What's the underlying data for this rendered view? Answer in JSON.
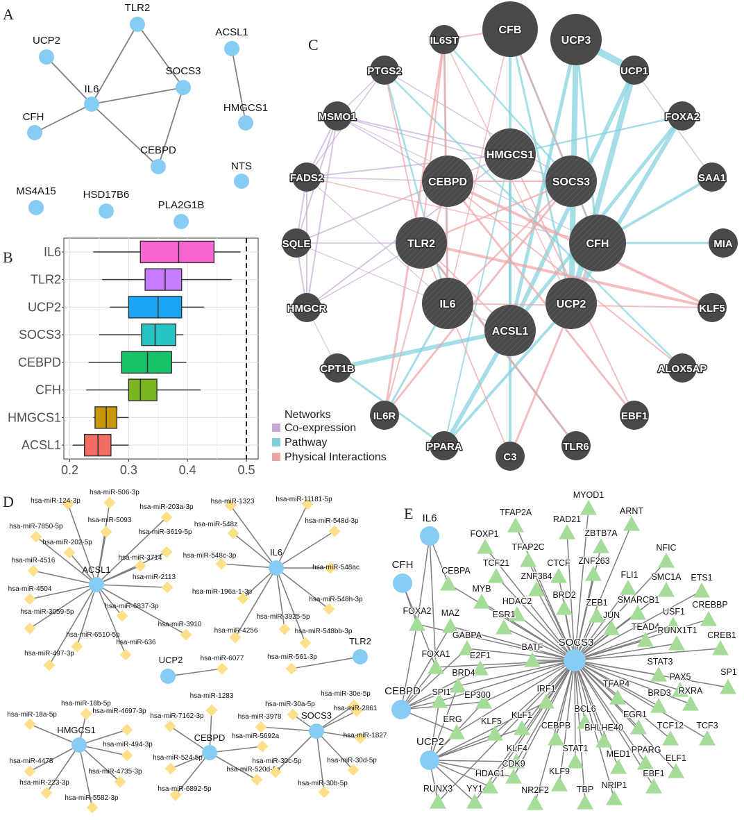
{
  "panels": {
    "a": "A",
    "b": "B",
    "c": "C",
    "d": "D",
    "e": "E"
  },
  "colors": {
    "blue_node": "#87cdf3",
    "edge_gray": "#7f7f7f",
    "dark_node": "#4a4a4a",
    "coexpression": "#c6a9d6",
    "pathway": "#7fd0db",
    "physical": "#f0a3a5",
    "mirna": "#ffe08a",
    "tf": "#a6dc9a"
  },
  "panel_a": {
    "nodes": [
      "TLR2",
      "UCP2",
      "ACSL1",
      "SOCS3",
      "IL6",
      "HMGCS1",
      "CFH",
      "CEBPD",
      "NTS",
      "MS4A15",
      "HSD17B6",
      "PLA2G1B"
    ],
    "edges": [
      [
        "TLR2",
        "IL6"
      ],
      [
        "TLR2",
        "SOCS3"
      ],
      [
        "UCP2",
        "IL6"
      ],
      [
        "IL6",
        "SOCS3"
      ],
      [
        "IL6",
        "CFH"
      ],
      [
        "IL6",
        "CEBPD"
      ],
      [
        "SOCS3",
        "CEBPD"
      ],
      [
        "ACSL1",
        "HMGCS1"
      ]
    ]
  },
  "panel_b": {
    "chart_data": {
      "type": "boxplot",
      "categories": [
        "IL6",
        "TLR2",
        "UCP2",
        "SOCS3",
        "CEBPD",
        "CFH",
        "HMGCS1",
        "ACSL1"
      ],
      "series": [
        {
          "name": "IL6",
          "min": 0.24,
          "q1": 0.32,
          "median": 0.385,
          "q3": 0.445,
          "max": 0.49,
          "color": "#f766d2"
        },
        {
          "name": "TLR2",
          "min": 0.255,
          "q1": 0.328,
          "median": 0.362,
          "q3": 0.39,
          "max": 0.475,
          "color": "#c77cff"
        },
        {
          "name": "UCP2",
          "min": 0.268,
          "q1": 0.3,
          "median": 0.35,
          "q3": 0.39,
          "max": 0.428,
          "color": "#1ba6f5"
        },
        {
          "name": "SOCS3",
          "min": 0.25,
          "q1": 0.322,
          "median": 0.345,
          "q3": 0.38,
          "max": 0.393,
          "color": "#27c4c6"
        },
        {
          "name": "CEBPD",
          "min": 0.232,
          "q1": 0.288,
          "median": 0.332,
          "q3": 0.373,
          "max": 0.398,
          "color": "#17c36a"
        },
        {
          "name": "CFH",
          "min": 0.228,
          "q1": 0.3,
          "median": 0.32,
          "q3": 0.348,
          "max": 0.422,
          "color": "#7cb61e"
        },
        {
          "name": "HMGCS1",
          "min": 0.24,
          "q1": 0.243,
          "median": 0.262,
          "q3": 0.28,
          "max": 0.3,
          "color": "#c9970c"
        },
        {
          "name": "ACSL1",
          "min": 0.205,
          "q1": 0.225,
          "median": 0.248,
          "q3": 0.27,
          "max": 0.3,
          "color": "#f26d62"
        }
      ],
      "xlim": [
        0.19,
        0.52
      ],
      "xticks": [
        "0.2",
        "0.3",
        "0.4",
        "0.5"
      ],
      "reference_line": 0.5,
      "grid": true
    }
  },
  "panel_c": {
    "legend_title": "Networks",
    "legend": [
      "Co-expression",
      "Pathway",
      "Physical Interactions"
    ],
    "big_nodes": [
      "CFB",
      "UCP3",
      "HMGCS1",
      "CEBPD",
      "SOCS3",
      "TLR2",
      "CFH",
      "IL6",
      "UCP2",
      "ACSL1"
    ],
    "small_nodes": [
      "IL6ST",
      "PTGS2",
      "UCP1",
      "MSMO1",
      "FOXA2",
      "FADS2",
      "SAA1",
      "SQLE",
      "MIA",
      "HMGCR",
      "KLF5",
      "CPT1B",
      "ALOX5AP",
      "IL6R",
      "EBF1",
      "PPARA",
      "C3",
      "TLR6"
    ]
  },
  "panel_d": {
    "groups": [
      {
        "hub": "ACSL1",
        "mirnas": [
          "hsa-miR-124-3p",
          "hsa-miR-506-3p",
          "hsa-miR-203a-3p",
          "hsa-miR-5093",
          "hsa-miR-7850-5p",
          "hsa-miR-3619-5p",
          "hsa-miR-202-5p",
          "hsa-miR-3714",
          "hsa-miR-4516",
          "hsa-miR-2113",
          "hsa-miR-4504",
          "hsa-miR-6837-3p",
          "hsa-miR-3059-5p",
          "hsa-miR-3910",
          "hsa-miR-6510-5p",
          "hsa-miR-636",
          "hsa-miR-497-3p"
        ]
      },
      {
        "hub": "IL6",
        "mirnas": [
          "hsa-miR-1323",
          "hsa-miR-11181-5p",
          "hsa-miR-548z",
          "hsa-miR-548d-3p",
          "hsa-miR-548c-3p",
          "hsa-miR-548ac",
          "hsa-miR-196a-1-3p",
          "hsa-miR-548h-3p",
          "hsa-miR-3925-5p",
          "hsa-miR-4256",
          "hsa-miR-548bb-3p"
        ]
      },
      {
        "hub": "UCP2",
        "mirnas": [
          "hsa-miR-6077"
        ]
      },
      {
        "hub": "TLR2",
        "mirnas": [
          "hsa-miR-561-3p"
        ]
      },
      {
        "hub": "HMGCS1",
        "mirnas": [
          "hsa-miR-18b-5p",
          "hsa-miR-18a-5p",
          "hsa-miR-4697-3p",
          "hsa-miR-494-3p",
          "hsa-miR-4478",
          "hsa-miR-4735-3p",
          "hsa-miR-223-3p",
          "hsa-miR-5582-3p"
        ]
      },
      {
        "hub": "CEBPD",
        "mirnas": [
          "hsa-miR-1283",
          "hsa-miR-7162-3p",
          "hsa-miR-5692a",
          "hsa-miR-524-5p",
          "hsa-miR-520d-5p",
          "hsa-miR-6892-5p"
        ]
      },
      {
        "hub": "SOCS3",
        "mirnas": [
          "hsa-miR-30e-5p",
          "hsa-miR-30a-5p",
          "hsa-miR-2861",
          "hsa-miR-3978",
          "hsa-miR-1827",
          "hsa-miR-30c-5p",
          "hsa-miR-30d-5p",
          "hsa-miR-30b-5p"
        ]
      }
    ]
  },
  "panel_e": {
    "genes": [
      "IL6",
      "CFH",
      "CEBPD",
      "UCP2",
      "SOCS3"
    ],
    "tfs": [
      "MYOD1",
      "TFAP2A",
      "ARNT",
      "RAD21",
      "ZBTB7A",
      "FOXP1",
      "TFAP2C",
      "NFIC",
      "TCF21",
      "CTCF",
      "ZNF263",
      "FLI1",
      "CEBPA",
      "ZNF384",
      "SMC1A",
      "ETS1",
      "MYB",
      "HDAC2",
      "BRD2",
      "ZEB1",
      "SMARCB1",
      "USF1",
      "CREBBP",
      "FOXA2",
      "MAZ",
      "ESR1",
      "JUN",
      "TEAD4",
      "GABPA",
      "RUNX1T1",
      "CREB1",
      "BATF",
      "FOXA1",
      "E2F1",
      "STAT3",
      "PAX5",
      "SP1",
      "BRD4",
      "TFAP4",
      "BRD3",
      "RXRA",
      "SPI1",
      "EP300",
      "IRF1",
      "BCL6",
      "EGR1",
      "TCF12",
      "TCF3",
      "KLF1",
      "ERG",
      "KLF5",
      "CEBPB",
      "BHLHE40",
      "PPARG",
      "ELF1",
      "KLF4",
      "STAT1",
      "MED1",
      "HDAC1",
      "CDK9",
      "EBF1",
      "KLF9",
      "NRIP1",
      "RUNX3",
      "YY1",
      "NR2F2",
      "TBP"
    ]
  }
}
